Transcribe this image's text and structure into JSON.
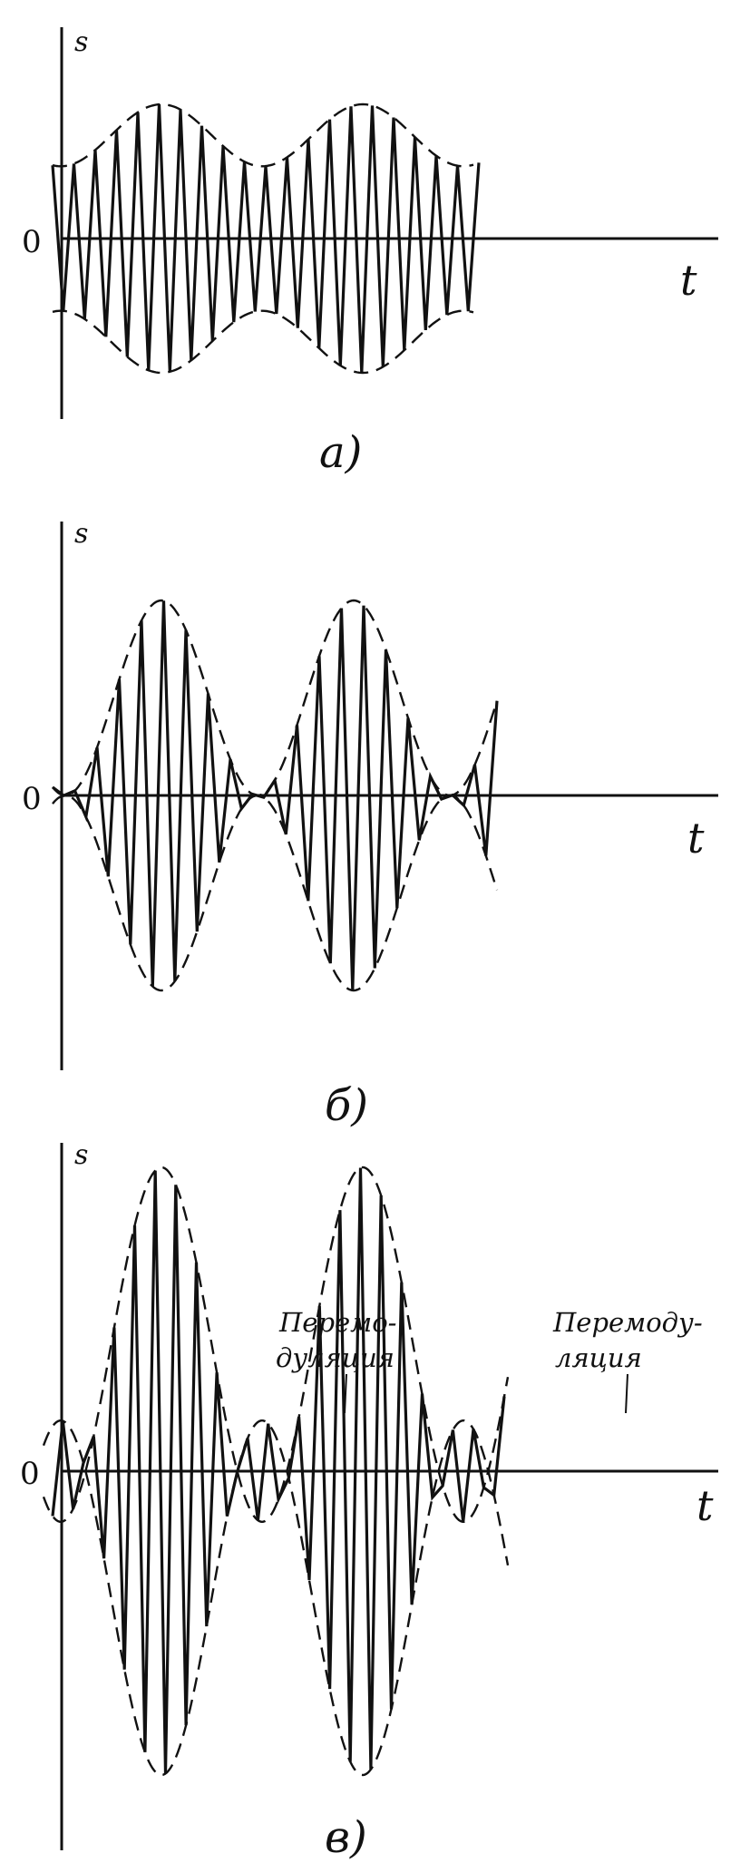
{
  "panels": [
    {
      "id": "a",
      "caption": "a)",
      "y_label": "s",
      "x_label": "t",
      "origin_label": "0",
      "modulation_depth": 0.3,
      "annotations": []
    },
    {
      "id": "b",
      "caption": "б)",
      "y_label": "s",
      "x_label": "t",
      "origin_label": "0",
      "modulation_depth": 1.0,
      "annotations": []
    },
    {
      "id": "v",
      "caption": "в)",
      "y_label": "s",
      "x_label": "t",
      "origin_label": "0",
      "modulation_depth": 1.4,
      "annotations": [
        {
          "lines": [
            "Перемо-",
            "дуляция"
          ]
        },
        {
          "lines": [
            "Перемоду-",
            "ляция"
          ]
        }
      ]
    }
  ]
}
